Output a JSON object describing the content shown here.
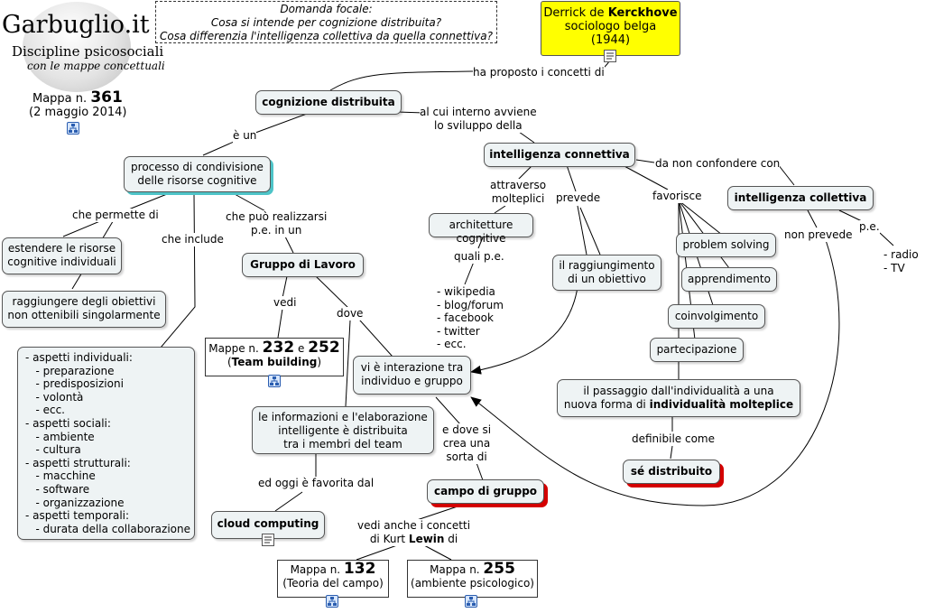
{
  "logo": {
    "title": "Garbuglio.it",
    "subtitle": "Discipline psicosociali",
    "tagline": "con le mappe concettuali"
  },
  "map_info": {
    "prefix": "Mappa n.",
    "number": "361",
    "date": "(2 maggio 2014)"
  },
  "focal": {
    "line1": "Domanda focale:",
    "line2": "Cosa si intende per cognizione distribuita?",
    "line3": "Cosa differenzia l'intelligenza collettiva da quella connettiva?"
  },
  "kerckhove": {
    "name_prefix": "Derrick de ",
    "name_bold": "Kerckhove",
    "line2": "sociologo belga",
    "line3": "(1944)"
  },
  "nodes": {
    "cognizione": "cognizione distribuita",
    "processo_1": "processo di condivisione",
    "processo_2": "delle risorse cognitive",
    "estendere_1": "estendere le risorse",
    "estendere_2": "cognitive individuali",
    "raggiungere_1": "raggiungere degli obiettivi",
    "raggiungere_2": "non ottenibili singolarmente",
    "gruppo": "Gruppo di Lavoro",
    "connettiva": "intelligenza connettiva",
    "architetture": "architetture cognitive",
    "obiettivo_1": "il raggiungimento",
    "obiettivo_2": "di un obiettivo",
    "collettiva": "intelligenza collettiva",
    "problem": "problem solving",
    "apprendimento": "apprendimento",
    "coinvolgimento": "coinvolgimento",
    "partecipazione": "partecipazione",
    "passaggio_1": "il passaggio dall'individualità a una",
    "passaggio_2_prefix": "nuova forma di ",
    "passaggio_2_bold": "individualità molteplice",
    "se": "sé distribuito",
    "interazione_1": "vi è interazione tra",
    "interazione_2": "individuo e gruppo",
    "informazioni_1": "le informazioni e l'elaborazione",
    "informazioni_2": "intelligente è distribuita",
    "informazioni_3": "tra i membri del team",
    "campo": "campo di gruppo",
    "cloud": "cloud computing"
  },
  "team": {
    "prefix": "Mappe n. ",
    "n1": "232",
    "mid": " e ",
    "n2": "252",
    "line2_open": "(",
    "line2_bold": "Team building",
    "line2_close": ")"
  },
  "mappa132": {
    "prefix": "Mappa n. ",
    "num": "132",
    "line2": "(Teoria del campo)"
  },
  "mappa255": {
    "prefix": "Mappa n. ",
    "num": "255",
    "line2": "(ambiente psicologico)"
  },
  "labels": {
    "ha_proposto": "ha proposto i concetti di",
    "e_un": "è un",
    "al_cui_1": "al cui interno avviene",
    "al_cui_2": "lo sviluppo della",
    "da_non": "da non confondere con",
    "attraverso_1": "attraverso",
    "attraverso_2": "molteplici",
    "prevede": "prevede",
    "favorisce": "favorisce",
    "pe": "p.e.",
    "non_prevede": "non prevede",
    "che_permette": "che permette di",
    "che_include": "che include",
    "che_puo_1": "che può realizzarsi",
    "che_puo_2": "p.e. in un",
    "quali": "quali p.e.",
    "vedi": "vedi",
    "dove": "dove",
    "definibile": "definibile come",
    "e_dove_1": "e dove si",
    "e_dove_2": "crea una",
    "e_dove_3": "sorta di",
    "oggi": "ed oggi è favorita dal",
    "vedi_anche_1": "vedi anche i concetti",
    "vedi_anche_2_prefix": "di Kurt ",
    "vedi_anche_2_bold": "Lewin",
    "vedi_anche_2_suffix": " di"
  },
  "lists": {
    "media": "- radio\n- TV",
    "esempi": "- wikipedia\n- blog/forum\n- facebook\n- twitter\n- ecc.",
    "aspetti": "- aspetti individuali:\n   - preparazione\n   - predisposizioni\n   - volontà\n   - ecc.\n- aspetti sociali:\n   - ambiente\n   - cultura\n- aspetti strutturali:\n   - macchine\n   - software\n   - organizzazione\n- aspetti temporali:\n   - durata della collaborazione"
  },
  "icons": {
    "map_link": "map-link-icon",
    "note": "note-icon"
  }
}
